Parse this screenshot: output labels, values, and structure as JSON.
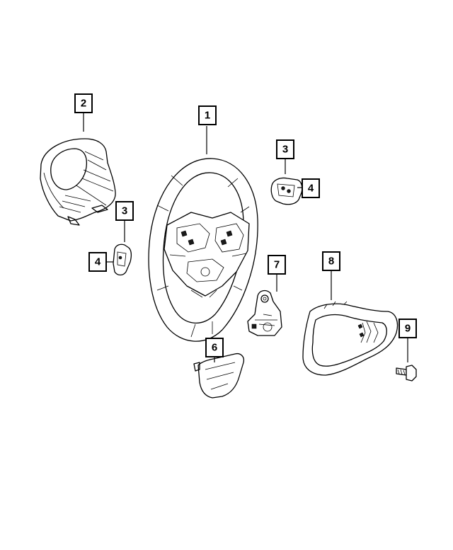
{
  "callouts": [
    {
      "id": "c1",
      "label": "1"
    },
    {
      "id": "c2",
      "label": "2"
    },
    {
      "id": "c3a",
      "label": "3"
    },
    {
      "id": "c3b",
      "label": "3"
    },
    {
      "id": "c4a",
      "label": "4"
    },
    {
      "id": "c4b",
      "label": "4"
    },
    {
      "id": "c6",
      "label": "6"
    },
    {
      "id": "c7",
      "label": "7"
    },
    {
      "id": "c8",
      "label": "8"
    },
    {
      "id": "c9",
      "label": "9"
    }
  ],
  "colors": {
    "line": "#000000",
    "background": "#ffffff"
  }
}
